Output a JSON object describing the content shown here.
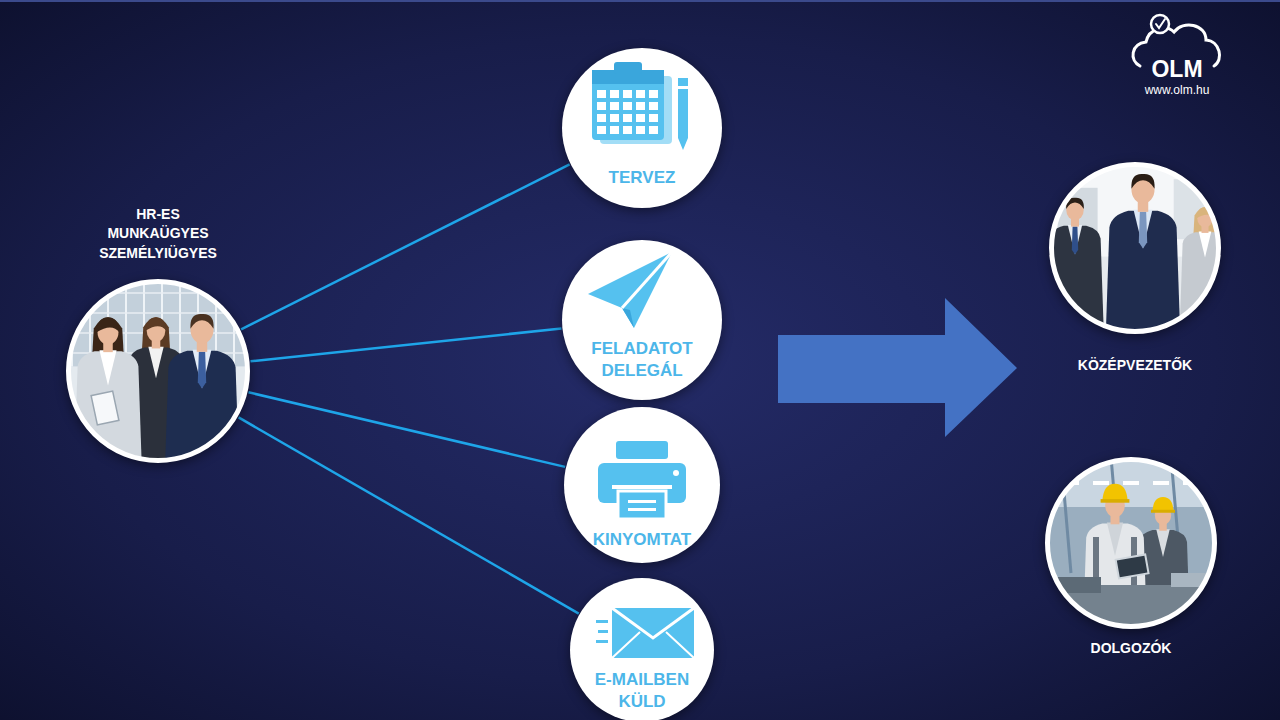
{
  "diagram": {
    "nodes": [
      {
        "text": [
          "HR-ES MUNKAÜGYES SZEMÉLYIÜGYES"
        ]
      },
      {
        "text": [
          "TERVEZ"
        ]
      },
      {
        "text": [
          "FELADATOT DELEGÁL"
        ]
      },
      {
        "text": [
          "KINYOMTAT"
        ]
      },
      {
        "text": [
          "E-MAILBEN KÜLD"
        ]
      },
      {
        "text": [
          "KÖZÉPVEZETŐK"
        ]
      },
      {
        "text": [
          "DOLGOZÓK"
        ]
      }
    ],
    "edges": [
      {
        "from": 0,
        "to": 1,
        "arrow": "none"
      },
      {
        "from": 0,
        "to": 2,
        "arrow": "none"
      },
      {
        "from": 0,
        "to": 3,
        "arrow": "none"
      },
      {
        "from": 0,
        "to": 4,
        "arrow": "none"
      }
    ],
    "labels": [
      "OLM",
      "www.olm.hu"
    ]
  }
}
